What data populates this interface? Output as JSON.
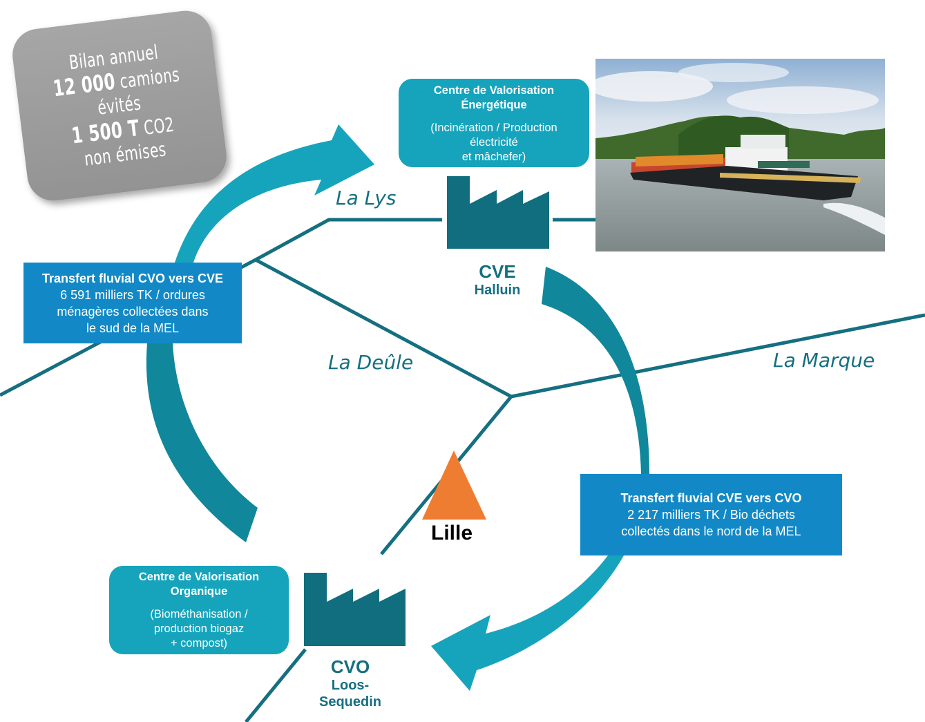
{
  "summary": {
    "line1": "Bilan annuel",
    "trucks_value": "12 000",
    "trucks_label": "camions",
    "line3": "évités",
    "co2_value": "1 500 T",
    "co2_label": "CO2",
    "line5": "non émises"
  },
  "cve_center": {
    "title_line1": "Centre de Valorisation",
    "title_line2": "Énergétique",
    "desc_line1": "(Incinération / Production",
    "desc_line2": "électricité",
    "desc_line3": "et mâchefer)"
  },
  "cvo_center": {
    "title_line1": "Centre de Valorisation",
    "title_line2": "Organique",
    "desc_line1": "(Biométhanisation /",
    "desc_line2": "production biogaz",
    "desc_line3": "+ compost)"
  },
  "transfer_cvo_to_cve": {
    "title": "Transfert fluvial CVO vers CVE",
    "desc_line1": "6 591 milliers TK / ordures",
    "desc_line2": "ménagères collectées dans",
    "desc_line3": "le sud de la MEL"
  },
  "transfer_cve_to_cvo": {
    "title": "Transfert fluvial CVE vers CVO",
    "desc_line1": "2 217 milliers TK / Bio déchets",
    "desc_line2": "collectés dans le nord de la MEL"
  },
  "sites": {
    "cve": {
      "code": "CVE",
      "town": "Halluin"
    },
    "cvo": {
      "code": "CVO",
      "town_line1": "Loos-",
      "town_line2": "Sequedin"
    }
  },
  "city": {
    "name": "Lille"
  },
  "rivers": {
    "lys": "La Lys",
    "deule": "La Deûle",
    "marque": "La Marque"
  },
  "icons": {
    "factory": "factory-icon",
    "city_marker": "triangle-marker-icon",
    "photo": "barge-photo"
  },
  "colors": {
    "river": "#156f80",
    "factory": "#106e7e",
    "arrow_light": "#16a4bc",
    "arrow_dark": "#11879b",
    "center_box": "#16a4bc",
    "transfer_box": "#1289c6",
    "city_marker": "#ef7d31",
    "summary_box": "#9b9b9b"
  }
}
